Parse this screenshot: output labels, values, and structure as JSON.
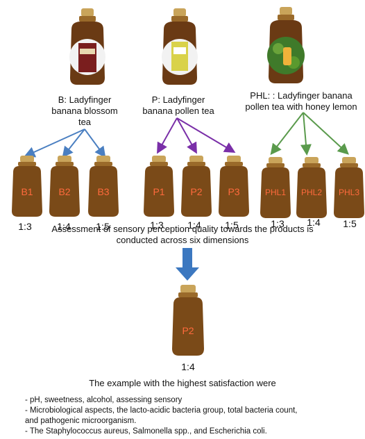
{
  "products": [
    {
      "id": "B",
      "title_line1": "B: Ladyfinger",
      "title_line2": "banana blossom",
      "title_line3": "tea",
      "arrow_color": "#4a7fc1",
      "label_color": "#5a2a2a",
      "variants": [
        {
          "label": "B1",
          "ratio": "1:3"
        },
        {
          "label": "B2",
          "ratio": "1:4"
        },
        {
          "label": "B3",
          "ratio": "1:5"
        }
      ]
    },
    {
      "id": "P",
      "title_line1": "P: Ladyfinger",
      "title_line2": "banana pollen tea",
      "title_line3": "",
      "arrow_color": "#7a2fa8",
      "label_color": "#c9c033",
      "variants": [
        {
          "label": "P1",
          "ratio": "1:3"
        },
        {
          "label": "P2",
          "ratio": "1:4"
        },
        {
          "label": "P3",
          "ratio": "1:5"
        }
      ]
    },
    {
      "id": "PHL",
      "title_line1": "PHL: : Ladyfinger banana",
      "title_line2": "pollen tea with honey lemon",
      "title_line3": "",
      "arrow_color": "#5a9a4c",
      "label_color": "#7cbf3d",
      "variants": [
        {
          "label": "PHL1",
          "ratio": "1:3"
        },
        {
          "label": "PHL2",
          "ratio": "1:4"
        },
        {
          "label": "PHL3",
          "ratio": "1:5"
        }
      ]
    }
  ],
  "assessment": {
    "line1": "Assessment of sensory perception quality towards the products is",
    "line2": "conducted across six dimensions"
  },
  "winner": {
    "label": "P2",
    "ratio": "1:4"
  },
  "highest_satisfaction": "The example with the highest satisfaction were",
  "notes": [
    "- pH, sweetness, alcohol, assessing sensory",
    "- Microbiological aspects, the lacto-acidic bacteria group, total bacteria count,",
    "and pathogenic microorganism.",
    "- The Staphylococcus aureus, Salmonella spp., and Escherichia coli."
  ],
  "colors": {
    "bottle_body": "#7a4a18",
    "bottle_cap": "#c9a45a",
    "flow_arrow": "#3c78c0"
  }
}
